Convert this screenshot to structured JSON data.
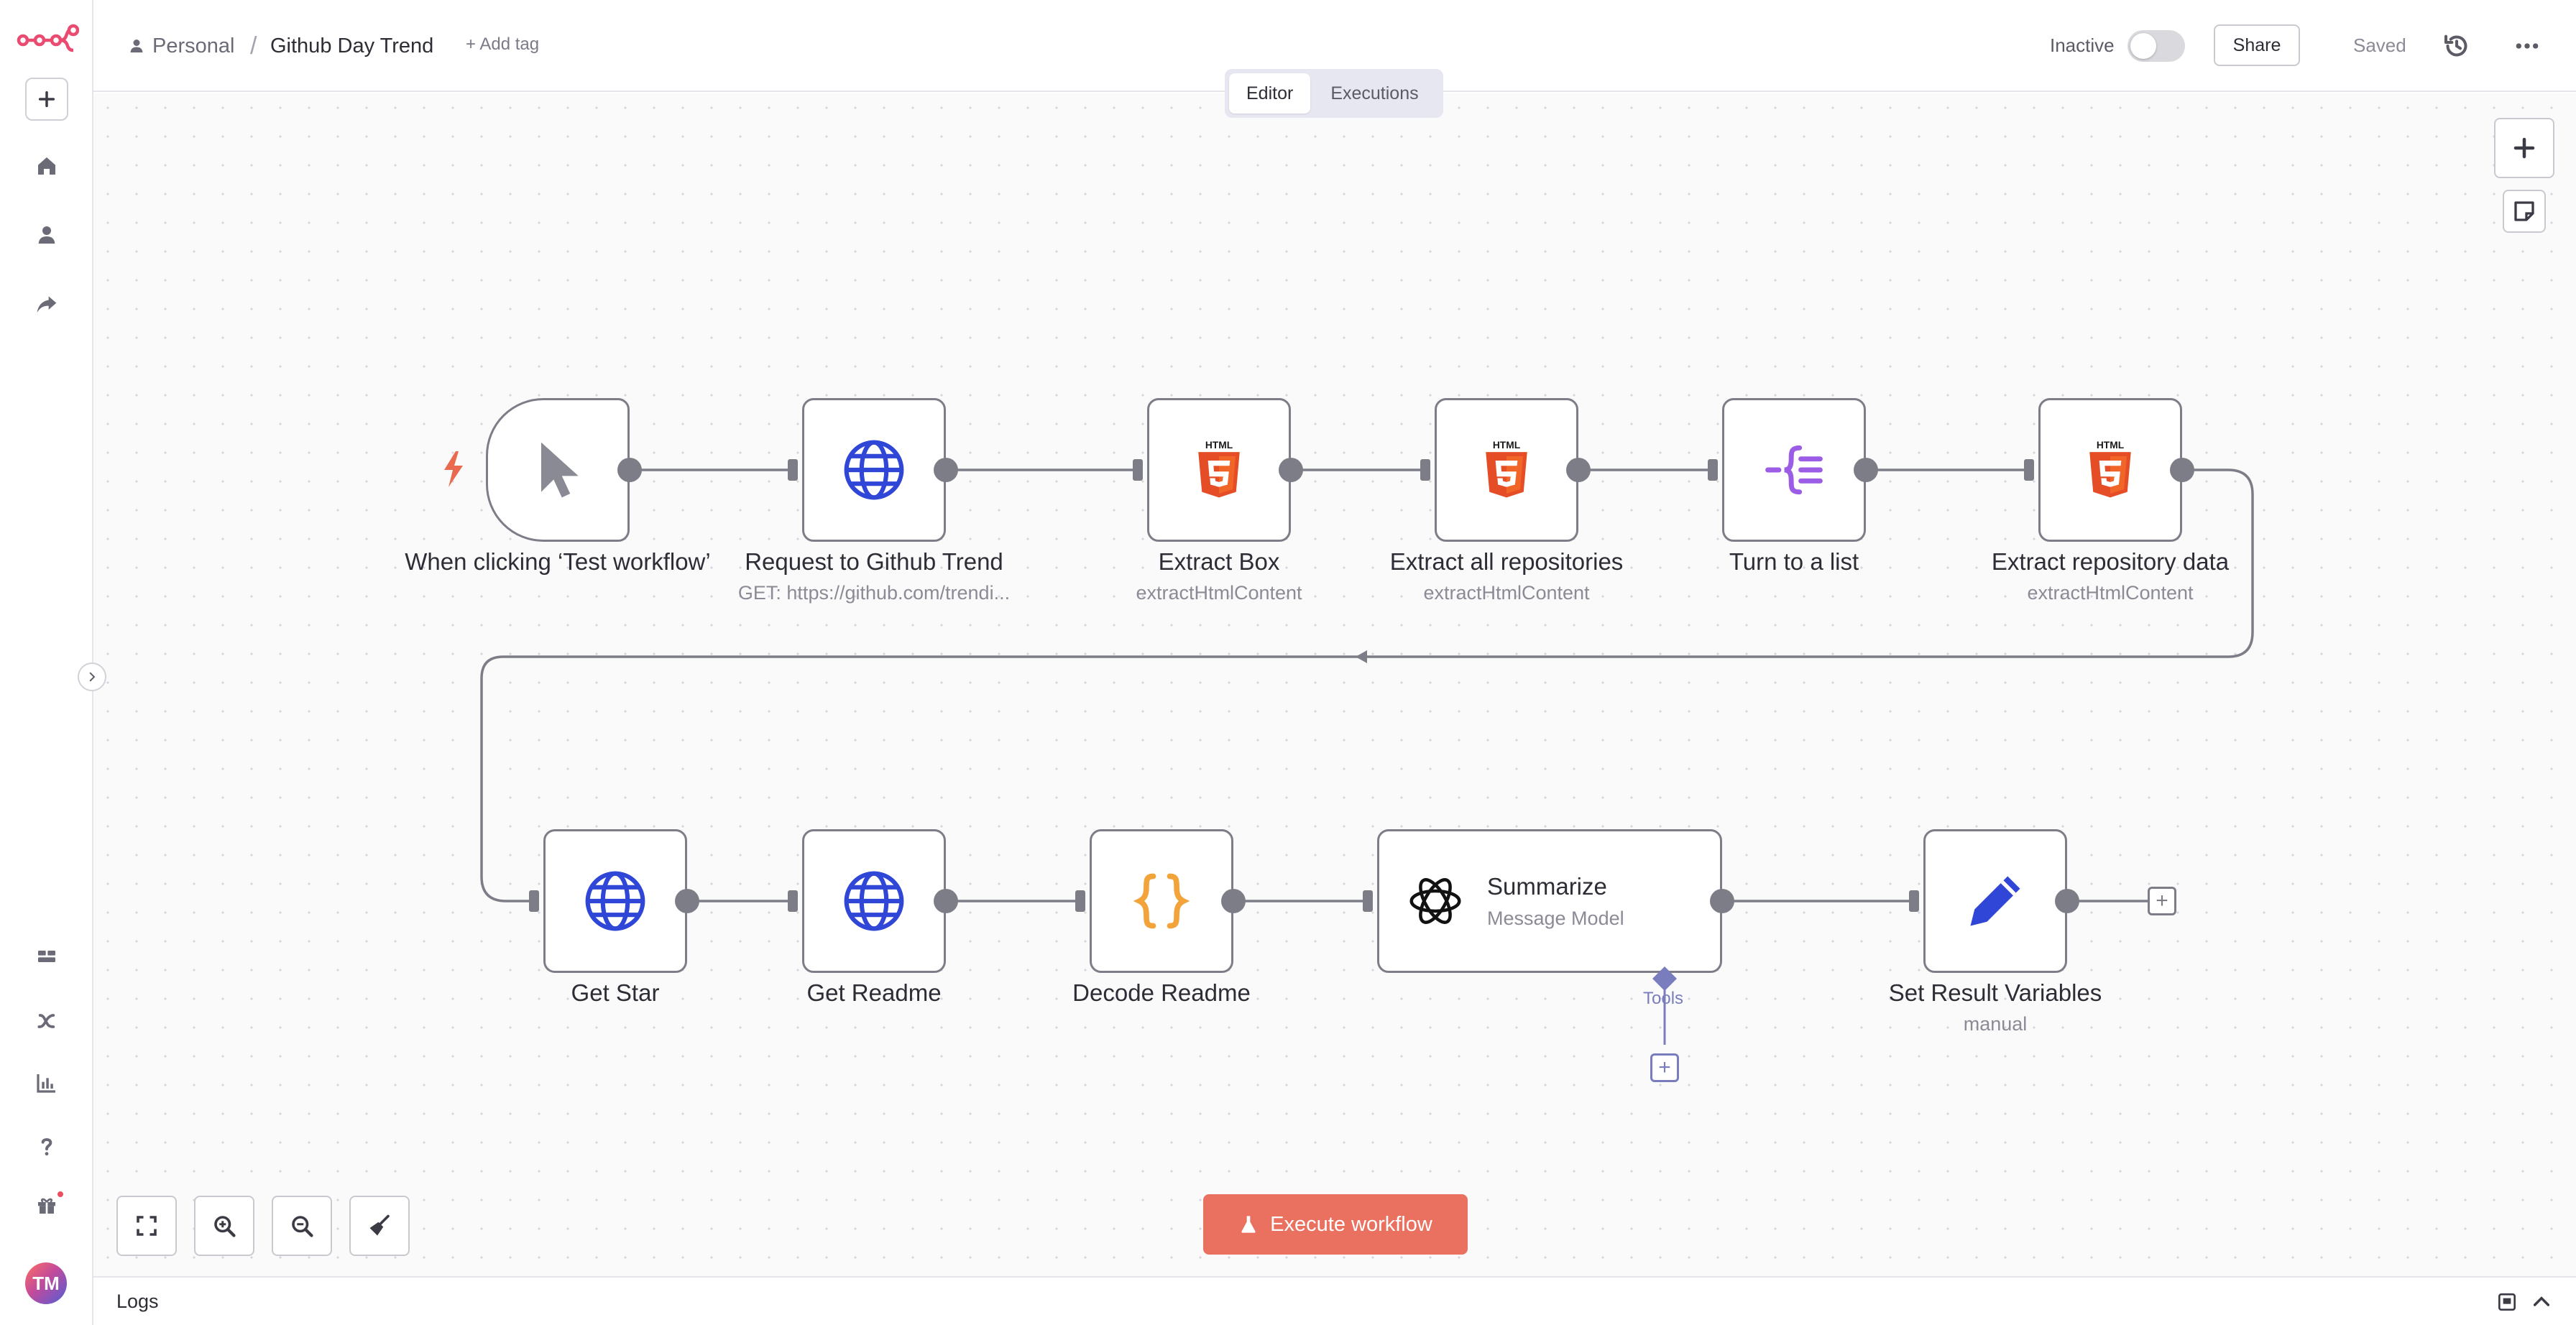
{
  "breadcrumb": {
    "project": "Personal",
    "separator": "/",
    "workflow_name": "Github Day Trend",
    "add_tag": "+ Add tag"
  },
  "header": {
    "status_label": "Inactive",
    "share_label": "Share",
    "saved_label": "Saved"
  },
  "tabs": [
    {
      "label": "Editor",
      "active": true
    },
    {
      "label": "Executions",
      "active": false
    }
  ],
  "nodes": [
    {
      "name": "When clicking ‘Test workflow’",
      "subtitle": "",
      "icon": "cursor-icon"
    },
    {
      "name": "Request to Github Trend",
      "subtitle": "GET: https://github.com/trendi...",
      "icon": "globe-icon"
    },
    {
      "name": "Extract Box",
      "subtitle": "extractHtmlContent",
      "icon": "html5-icon"
    },
    {
      "name": "Extract all repositories",
      "subtitle": "extractHtmlContent",
      "icon": "html5-icon"
    },
    {
      "name": "Turn to a list",
      "subtitle": "",
      "icon": "split-out-icon"
    },
    {
      "name": "Extract repository data",
      "subtitle": "extractHtmlContent",
      "icon": "html5-icon"
    },
    {
      "name": "Get Star",
      "subtitle": "",
      "icon": "globe-icon"
    },
    {
      "name": "Get Readme",
      "subtitle": "",
      "icon": "globe-icon"
    },
    {
      "name": "Decode Readme",
      "subtitle": "",
      "icon": "code-braces-icon"
    },
    {
      "name": "Summarize",
      "subtitle": "Message Model",
      "icon": "openai-icon"
    },
    {
      "name": "Set Result Variables",
      "subtitle": "manual",
      "icon": "pencil-icon"
    }
  ],
  "tools_label": "Tools",
  "html_badge": "HTML",
  "execute_button": "Execute workflow",
  "logs": {
    "label": "Logs"
  },
  "user": {
    "initials": "TM"
  },
  "colors": {
    "accent": "#ea4b71",
    "execute": "#ea7060",
    "node_border": "#7d7d87",
    "globe_blue": "#2f46d6",
    "html_orange": "#e44d26",
    "split_purple": "#9b5de5",
    "code_orange": "#f2a33a",
    "tools_purple": "#7a7dbd"
  }
}
